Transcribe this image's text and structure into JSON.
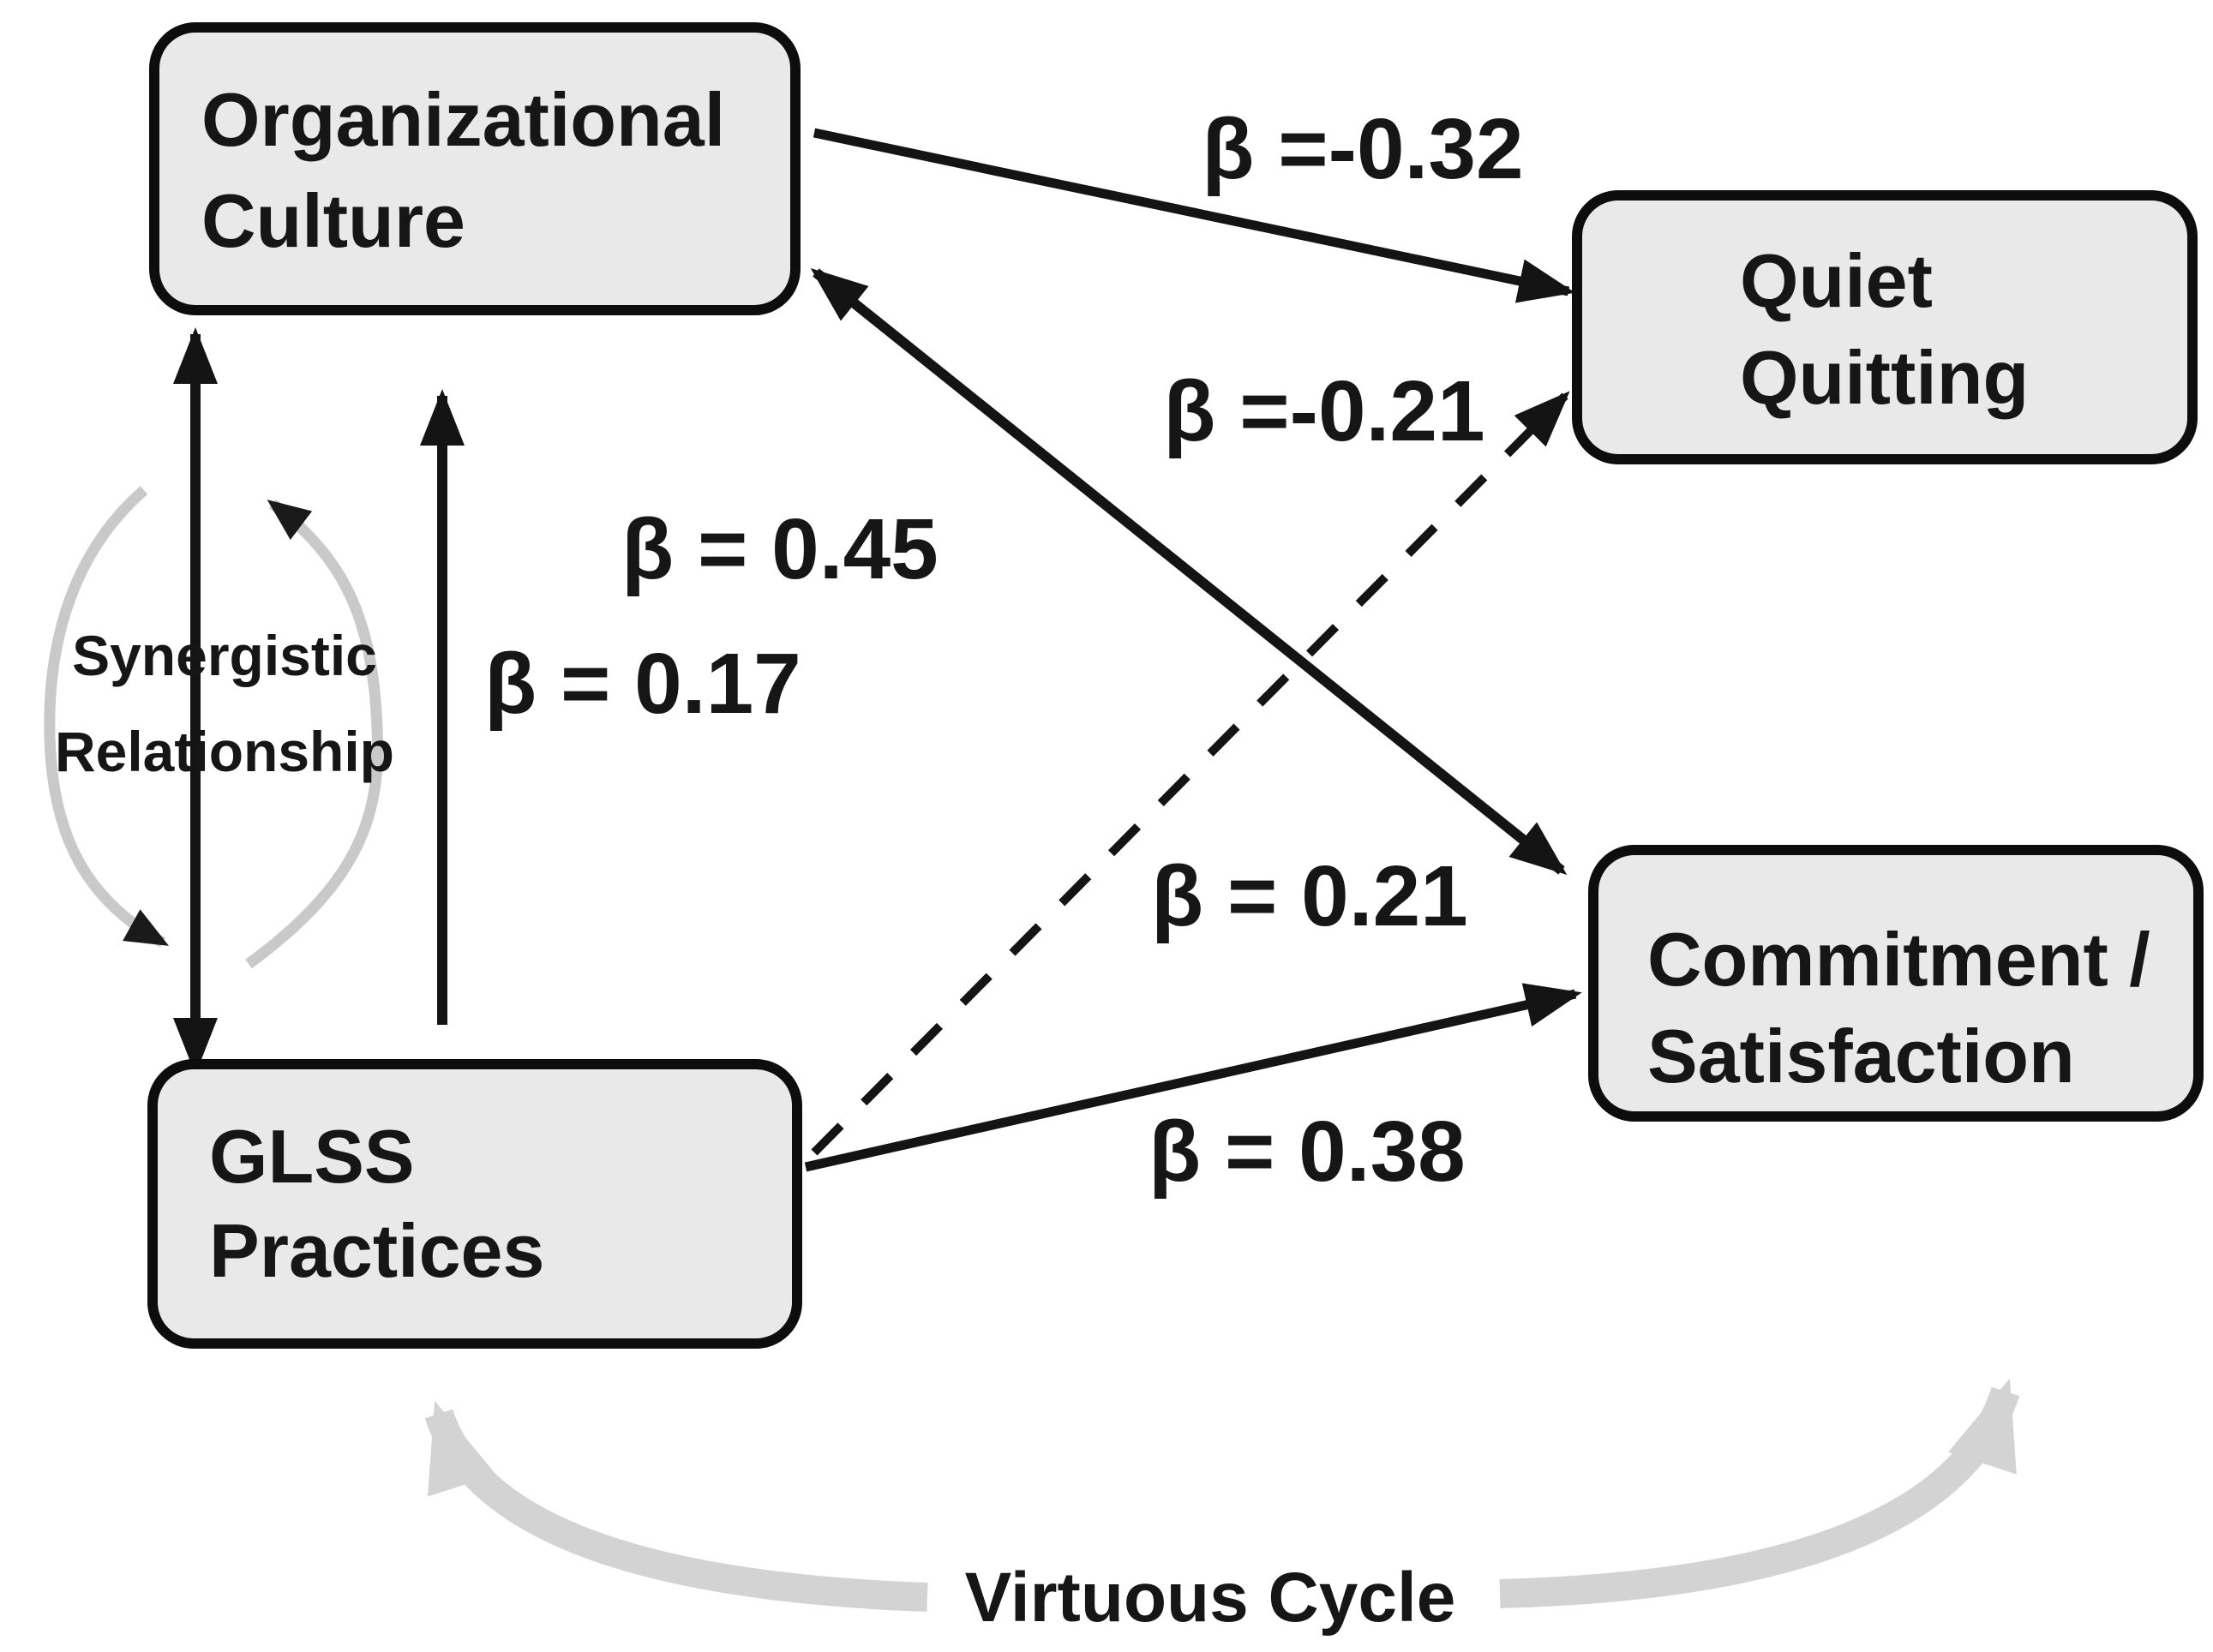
{
  "figure": {
    "type": "path-diagram",
    "nodes": {
      "organizational_culture": {
        "line1": "Organizational",
        "line2": "Culture"
      },
      "quiet_quitting": {
        "line1": "Quiet",
        "line2": "Quitting"
      },
      "glss_practices": {
        "line1": "GLSS",
        "line2": "Practices"
      },
      "commitment_satisfaction": {
        "line1": "Commitment /",
        "line2": "Satisfaction"
      }
    },
    "edges": [
      {
        "id": "oc-to-qq",
        "from": "Organizational Culture",
        "to": "Quiet Quitting",
        "label": "β =-0.32",
        "beta": -0.32,
        "style": "solid"
      },
      {
        "id": "cs-to-oc",
        "from": "Commitment / Satisfaction",
        "to": "Organizational Culture",
        "label": "β = 0.45",
        "beta": 0.45,
        "style": "solid"
      },
      {
        "id": "oc-to-cs",
        "from": "Organizational Culture",
        "to": "Commitment / Satisfaction",
        "label": "β = 0.21",
        "beta": 0.21,
        "style": "solid"
      },
      {
        "id": "glss-to-cs",
        "from": "GLSS Practices",
        "to": "Commitment / Satisfaction",
        "label": "β = 0.38",
        "beta": 0.38,
        "style": "solid"
      },
      {
        "id": "glss-to-qq",
        "from": "GLSS Practices",
        "to": "Quiet Quitting",
        "label": "β =-0.21",
        "beta": -0.21,
        "style": "dashed"
      },
      {
        "id": "glss-to-oc",
        "from": "GLSS Practices",
        "to": "Organizational Culture",
        "label": "β = 0.17",
        "beta": 0.17,
        "style": "solid"
      },
      {
        "id": "oc-glss-synergy",
        "from": "Organizational Culture",
        "to": "GLSS Practices",
        "label": "",
        "style": "double-headed"
      },
      {
        "id": "virtuous-feedback",
        "from": "Commitment / Satisfaction",
        "to": "GLSS Practices",
        "label": "",
        "style": "gray-cycle"
      }
    ],
    "annotations": {
      "synergistic_line1": "Synergistic",
      "synergistic_line2": "Relationship",
      "virtuous_cycle": "Virtuous Cycle"
    },
    "colors": {
      "background": "#ffffff",
      "node_fill": "#e9e9e9",
      "node_border": "#0d0d0d",
      "arrow_black": "#141414",
      "cycle_gray": "#c9c9c9",
      "swoosh_gray": "#d3d3d3",
      "text": "#161616"
    }
  }
}
